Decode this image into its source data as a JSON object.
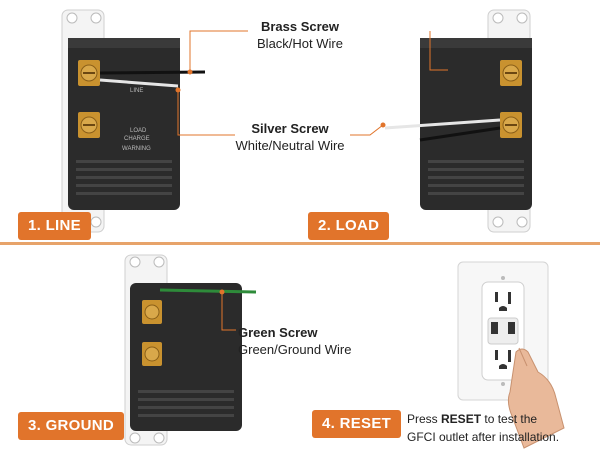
{
  "steps": {
    "line": {
      "label": "1. LINE"
    },
    "load": {
      "label": "2. LOAD"
    },
    "ground": {
      "label": "3. GROUND"
    },
    "reset": {
      "label": "4. RESET"
    }
  },
  "callouts": {
    "brass": {
      "title": "Brass Screw",
      "subtitle": "Black/Hot Wire"
    },
    "silver": {
      "title": "Silver Screw",
      "subtitle": "White/Neutral Wire"
    },
    "green": {
      "title": "Green Screw",
      "subtitle": "Green/Ground Wire"
    }
  },
  "reset_note": {
    "prefix": "Press ",
    "keyword": "RESET",
    "suffix": " to test the",
    "line2": "GFCI outlet after installation."
  },
  "device_text": {
    "line": "LINE",
    "load": "LOAD",
    "charge": "CHARGE",
    "warning": "WARNING"
  },
  "colors": {
    "accent": "#e1742b",
    "divider": "#e7a36a",
    "body": "#2b2b2b",
    "brass": "#c9922f",
    "green_wire": "#2e8b3a"
  }
}
